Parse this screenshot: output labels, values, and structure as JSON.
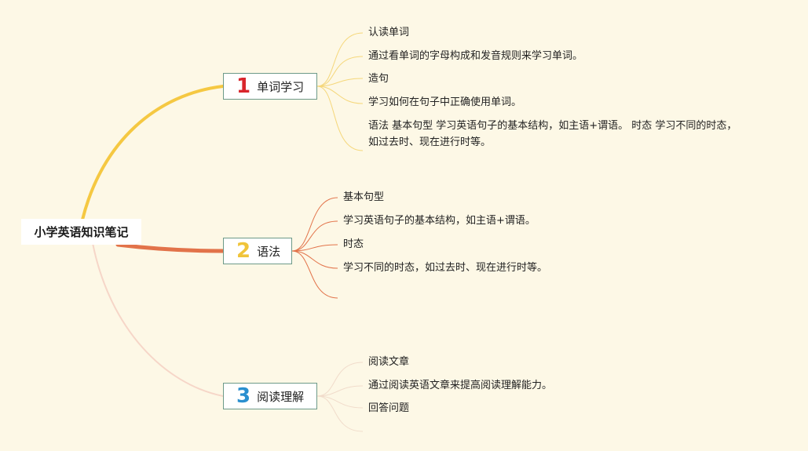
{
  "root": {
    "label": "小学英语知识笔记"
  },
  "colors": {
    "background": "#fdf8e6",
    "branch1": "#f5c842",
    "branch2": "#e2734a",
    "branch3": "#f6d6c8",
    "num1": "#d9262c",
    "num2": "#f0c43a",
    "num3": "#2a8fcf",
    "topic_border": "#6d9a88"
  },
  "topics": [
    {
      "number": "1",
      "label": "单词学习",
      "details": [
        "认读单词",
        "通过看单词的字母构成和发音规则来学习单词。",
        "造句",
        "学习如何在句子中正确使用单词。",
        "语法 基本句型 学习英语句子的基本结构，如主语+谓语。 时态 学习不同的时态，",
        "如过去时、现在进行时等。"
      ]
    },
    {
      "number": "2",
      "label": "语法",
      "details": [
        "基本句型",
        "学习英语句子的基本结构，如主语+谓语。",
        "时态",
        "学习不同的时态，如过去时、现在进行时等。"
      ]
    },
    {
      "number": "3",
      "label": "阅读理解",
      "details": [
        "阅读文章",
        "通过阅读英语文章来提高阅读理解能力。",
        "回答问题"
      ]
    }
  ]
}
